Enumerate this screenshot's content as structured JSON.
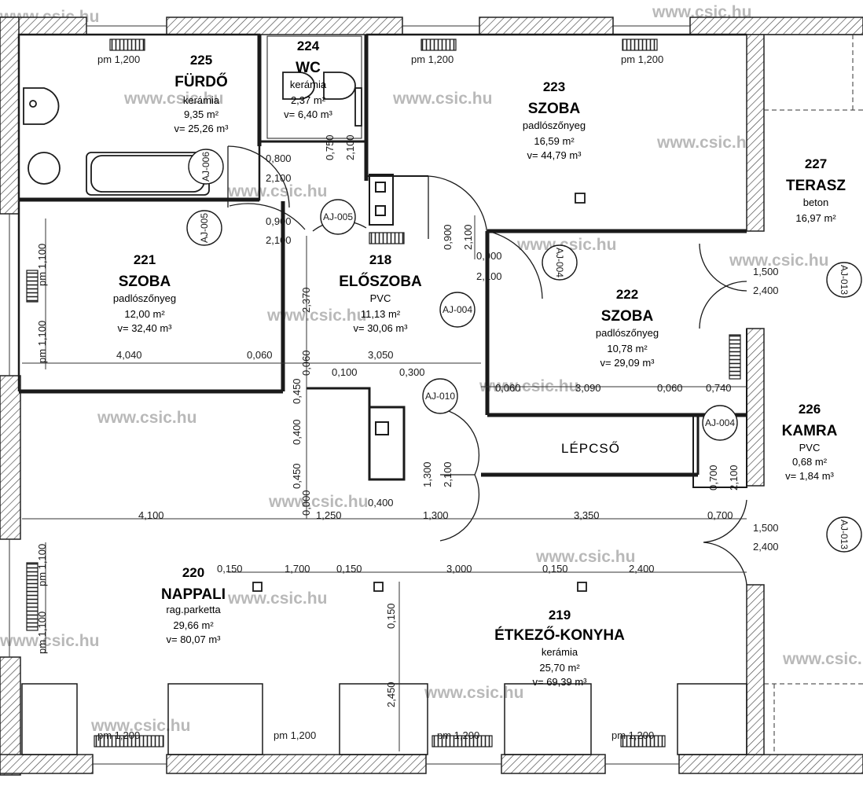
{
  "watermark": "www.csic.hu",
  "rooms": [
    {
      "num": "225",
      "name": "FÜRDŐ",
      "floor": "kerámia",
      "area": "9,35 m²",
      "volume": "v= 25,26 m³"
    },
    {
      "num": "224",
      "name": "WC",
      "floor": "kerámia",
      "area": "2,37 m²",
      "volume": "v= 6,40 m³"
    },
    {
      "num": "223",
      "name": "SZOBA",
      "floor": "padlószőnyeg",
      "area": "16,59 m²",
      "volume": "v= 44,79 m³"
    },
    {
      "num": "227",
      "name": "TERASZ",
      "floor": "beton",
      "area": "16,97 m²",
      "volume": ""
    },
    {
      "num": "221",
      "name": "SZOBA",
      "floor": "padlószőnyeg",
      "area": "12,00 m²",
      "volume": "v= 32,40 m³"
    },
    {
      "num": "218",
      "name": "ELŐSZOBA",
      "floor": "PVC",
      "area": "11,13 m²",
      "volume": "v= 30,06 m³"
    },
    {
      "num": "222",
      "name": "SZOBA",
      "floor": "padlószőnyeg",
      "area": "10,78 m²",
      "volume": "v= 29,09 m³"
    },
    {
      "num": "226",
      "name": "KAMRA",
      "floor": "PVC",
      "area": "0,68 m²",
      "volume": "v= 1,84 m³"
    },
    {
      "num": "220",
      "name": "NAPPALI",
      "floor": "rag.parketta",
      "area": "29,66 m²",
      "volume": "v= 80,07 m³"
    },
    {
      "num": "219",
      "name": "ÉTKEZŐ-KONYHA",
      "floor": "kerámia",
      "area": "25,70 m²",
      "volume": "v= 69,39 m³"
    }
  ],
  "stair_label": "LÉPCSŐ",
  "door_tags": [
    "AJ-006",
    "AJ-005",
    "AJ-005",
    "AJ-004",
    "AJ-004",
    "AJ-010",
    "AJ-004",
    "AJ-013",
    "AJ-013"
  ],
  "dimensions": {
    "pm": "pm 1,200",
    "pm_vert": "pm 1,100",
    "d_0800": "0,800",
    "d_2100": "2,100",
    "d_0750": "0,750",
    "d_0900": "0,900",
    "d_1500": "1,500",
    "d_2400": "2,400",
    "d_2370": "2,370",
    "d_4040": "4,040",
    "d_0060": "0,060",
    "d_3050": "3,050",
    "d_0100": "0,100",
    "d_0300": "0,300",
    "d_3090": "3,090",
    "d_0740": "0,740",
    "d_0400": "0,400",
    "d_0450": "0,450",
    "d_1300": "1,300",
    "d_0700": "0,700",
    "d_4100": "4,100",
    "d_1250": "1,250",
    "d_3350": "3,350",
    "d_0150": "0,150",
    "d_1700": "1,700",
    "d_3000": "3,000",
    "d_2450": "2,450",
    "d_0000": "0,000"
  }
}
